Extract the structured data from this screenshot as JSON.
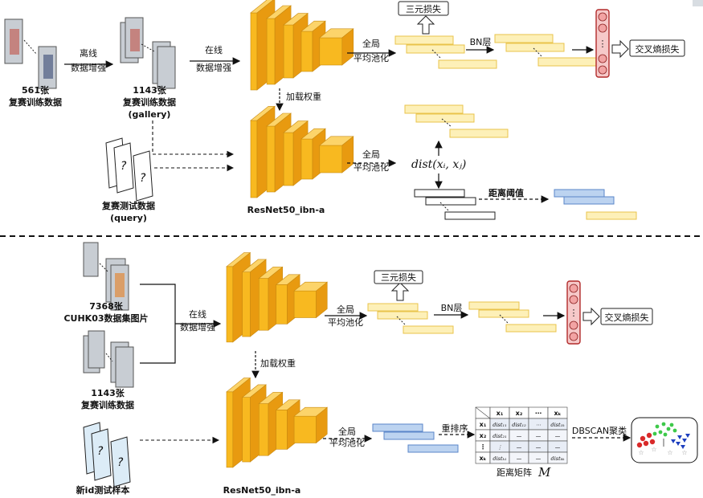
{
  "colors": {
    "cube_front": "#f8b920",
    "cube_top": "#fcd46a",
    "cube_side": "#e89a10",
    "feature_yellow_fill": "#fdf0b8",
    "feature_yellow_stroke": "#e9c34b",
    "feature_blue_fill": "#bcd3f0",
    "feature_blue_stroke": "#5a86c8",
    "fc_fill": "#f6c9c9",
    "fc_stroke": "#b22a2a",
    "fc_node": "#f2a3a3",
    "photo_bg": "#c8cdd3"
  },
  "top": {
    "set1_count": "561张",
    "set1_label": "复赛训练数据",
    "offline_aug_line1": "离线",
    "offline_aug_line2": "数据增强",
    "set2_count": "1143张",
    "set2_label": "复赛训练数据",
    "set2_sub": "(gallery)",
    "online_aug_line1": "在线",
    "online_aug_line2": "数据增强",
    "test_label": "复赛测试数据",
    "test_sub": "(query)",
    "load_weights": "加载权重",
    "gap_line1": "全局",
    "gap_line2": "平均池化",
    "bn_label": "BN层",
    "triplet_loss": "三元损失",
    "ce_loss": "交叉熵损失",
    "dist_formula": "dist(xᵢ, xⱼ)",
    "dist_threshold": "距离阈值",
    "network_name": "ResNet50_ibn-a",
    "question_mark": "?"
  },
  "bottom": {
    "cuhk_count": "7368张",
    "cuhk_label": "CUHK03数据集图片",
    "set_count": "1143张",
    "set_label": "复赛训练数据",
    "online_aug_line1": "在线",
    "online_aug_line2": "数据增强",
    "load_weights": "加载权重",
    "gap_line1": "全局",
    "gap_line2": "平均池化",
    "bn_label": "BN层",
    "triplet_loss": "三元损失",
    "ce_loss": "交叉熵损失",
    "new_id_label": "新id测试样本",
    "rerank": "重排序",
    "dbscan": "DBSCAN聚类",
    "matrix_caption": "距离矩阵",
    "matrix_symbol": "M",
    "network_name": "ResNet50_ibn-a",
    "question_mark": "?"
  },
  "matrix": {
    "col_headers": [
      "x₁",
      "x₂",
      "⋯",
      "xₖ"
    ],
    "rows": [
      {
        "head": "x₁",
        "cells": [
          "dist₁₁",
          "dist₁₂",
          "⋯",
          "dist₁ₖ"
        ]
      },
      {
        "head": "x₂",
        "cells": [
          "dist₂₁",
          "—",
          "—",
          "—"
        ]
      },
      {
        "head": "⋮",
        "cells": [
          "⋮",
          "—",
          "—",
          "—"
        ]
      },
      {
        "head": "xₖ",
        "cells": [
          "distₖ₁",
          "—",
          "—",
          "distₖₖ"
        ]
      }
    ]
  },
  "fc_dots": "⋮",
  "ellipsis_diag": "⋰"
}
